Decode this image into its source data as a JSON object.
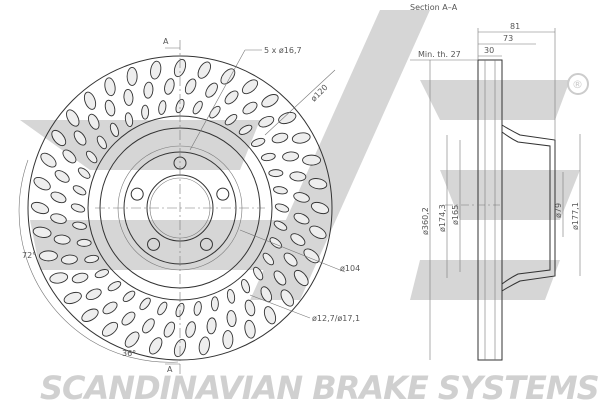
{
  "watermark": {
    "brand_text": "SCANDINAVIAN BRAKE SYSTEMS",
    "logo": "sbs",
    "registered_mark": "®"
  },
  "front_view": {
    "section_marker_top": "A",
    "section_marker_bottom": "A",
    "bolt_holes": "5 x ø16,7",
    "pcd": "ø120",
    "hub": "ø104",
    "holes": "ø12,7/ø17,1",
    "angle_1": "72°",
    "angle_2": "36°"
  },
  "section_view": {
    "title": "Section A–A",
    "height_total": "81",
    "height_hat": "73",
    "thickness": "30",
    "min_thickness": "Min. th. 27",
    "outer_diameter": "ø360,2",
    "d1": "ø174,3",
    "d2": "ø165",
    "center_bore": "ø79",
    "d3": "ø177,1"
  },
  "colors": {
    "line": "#333333",
    "watermark": "#d6d6d6"
  }
}
